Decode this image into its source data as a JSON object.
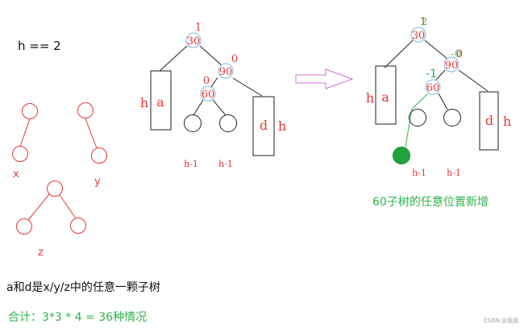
{
  "texts": {
    "h_eq": "h == 2",
    "caption_subtrees": "a和d是x/y/z中的任意一颗子树",
    "caption_total": "合计：3*3 * 4 = 36种情况",
    "caption_insert": "60子树的任意位置新增",
    "watermark": "CSDN @屈屈"
  },
  "subtree_labels": {
    "x": "x",
    "y": "y",
    "z": "z"
  },
  "before": {
    "n30": "30",
    "n90": "90",
    "n60": "60",
    "bf30": "1",
    "bf90": "0",
    "bf60": "0",
    "a": "a",
    "d": "d",
    "h": "h",
    "hm1": "h-1"
  },
  "after": {
    "n30": "30",
    "n90": "90",
    "n60": "60",
    "bf30_old": "1",
    "bf30_new": "2",
    "bf90_old": "0",
    "bf90_new": "-0",
    "bf60": "-1",
    "a": "a",
    "d": "d",
    "h": "h",
    "hm1": "h-1"
  },
  "colors": {
    "red": "#e53935",
    "green": "#2db34a",
    "arrow": "#d070d0",
    "node_outline": "#7fb3e8",
    "new_node": "#21a33c"
  }
}
